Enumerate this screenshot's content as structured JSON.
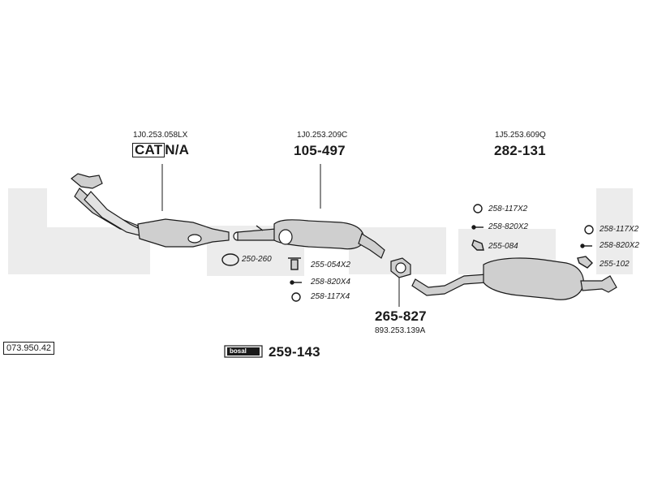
{
  "catalog_number": "073.950.42",
  "watermark_text": "bosal",
  "groups": [
    {
      "id": "front",
      "oe": "1J0.253.058LX",
      "cat_label": "CAT",
      "part": "N/A"
    },
    {
      "id": "middle",
      "oe": "1J0.253.209C",
      "part": "105-497"
    },
    {
      "id": "rear",
      "oe": "1J5.253.609Q",
      "part": "282-131"
    },
    {
      "id": "connector",
      "oe": "893.253.139A",
      "part": "265-827"
    }
  ],
  "accessories": {
    "a1": "250-260",
    "a2": "255-054X2",
    "a3": "258-820X4",
    "a4": "258-117X4",
    "b1": "258-117X2",
    "b2": "258-820X2",
    "b3": "255-084",
    "c1": "258-117X2",
    "c2": "258-820X2",
    "c3": "255-102"
  },
  "mounting_kit": {
    "logo": "bosal",
    "part": "259-143"
  },
  "colors": {
    "line": "#1a1a1a",
    "part_fill": "#cfcfcf",
    "watermark": "#ececec"
  }
}
